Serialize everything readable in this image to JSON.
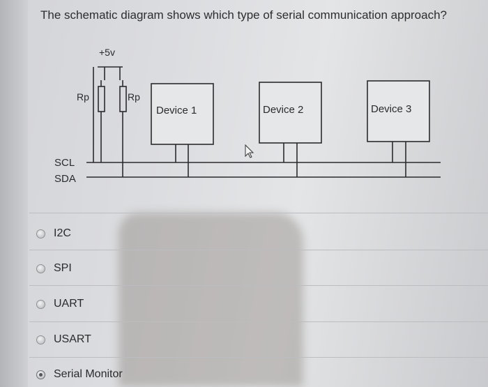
{
  "question": {
    "text": "The schematic diagram shows which type of serial communication approach?"
  },
  "diagram": {
    "supply_label": "+5v",
    "resistor_left_label": "Rp",
    "resistor_right_label": "Rp",
    "scl_label": "SCL",
    "sda_label": "SDA",
    "devices": [
      "Device 1",
      "Device 2",
      "Device 3"
    ]
  },
  "options": [
    {
      "label": "I2C",
      "selected": false
    },
    {
      "label": "SPI",
      "selected": false
    },
    {
      "label": "UART",
      "selected": false
    },
    {
      "label": "USART",
      "selected": false
    },
    {
      "label": "Serial Monitor",
      "selected": true
    }
  ]
}
